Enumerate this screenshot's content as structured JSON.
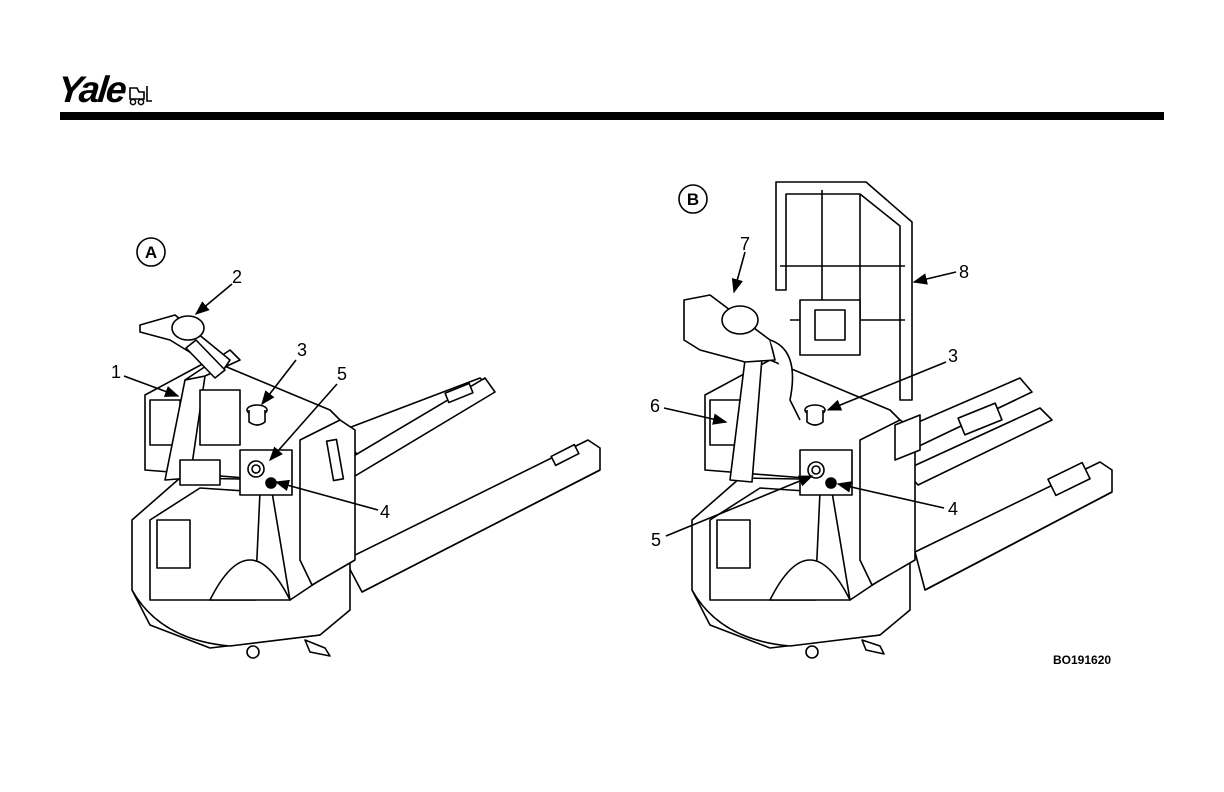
{
  "header": {
    "brand": "Yale"
  },
  "panels": [
    {
      "letter": "A",
      "callouts": [
        {
          "id": "a1",
          "num": "1"
        },
        {
          "id": "a2",
          "num": "2"
        },
        {
          "id": "a3",
          "num": "3"
        },
        {
          "id": "a4",
          "num": "4"
        },
        {
          "id": "a5",
          "num": "5"
        }
      ]
    },
    {
      "letter": "B",
      "callouts": [
        {
          "id": "b3",
          "num": "3"
        },
        {
          "id": "b4",
          "num": "4"
        },
        {
          "id": "b5",
          "num": "5"
        },
        {
          "id": "b6",
          "num": "6"
        },
        {
          "id": "b7",
          "num": "7"
        },
        {
          "id": "b8",
          "num": "8"
        }
      ]
    }
  ],
  "figure_code": "BO191620"
}
